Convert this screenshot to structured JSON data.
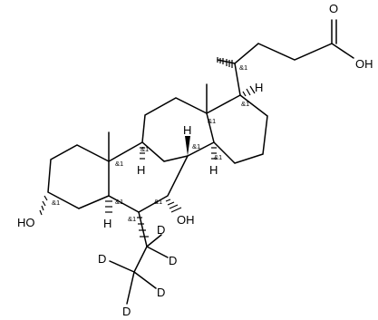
{
  "molecule": {
    "atom_labels": {
      "acid_oh": "OH",
      "acid_o": "O",
      "oh_3": "HO",
      "oh_7": "OH",
      "h_17": "H",
      "h_8": "H",
      "h_9": "H",
      "h_14": "H",
      "h_5": "H",
      "d_1": "D",
      "d_2": "D",
      "d_3": "D",
      "d_4": "D",
      "d_5": "D"
    },
    "stereo_label": "&1"
  }
}
